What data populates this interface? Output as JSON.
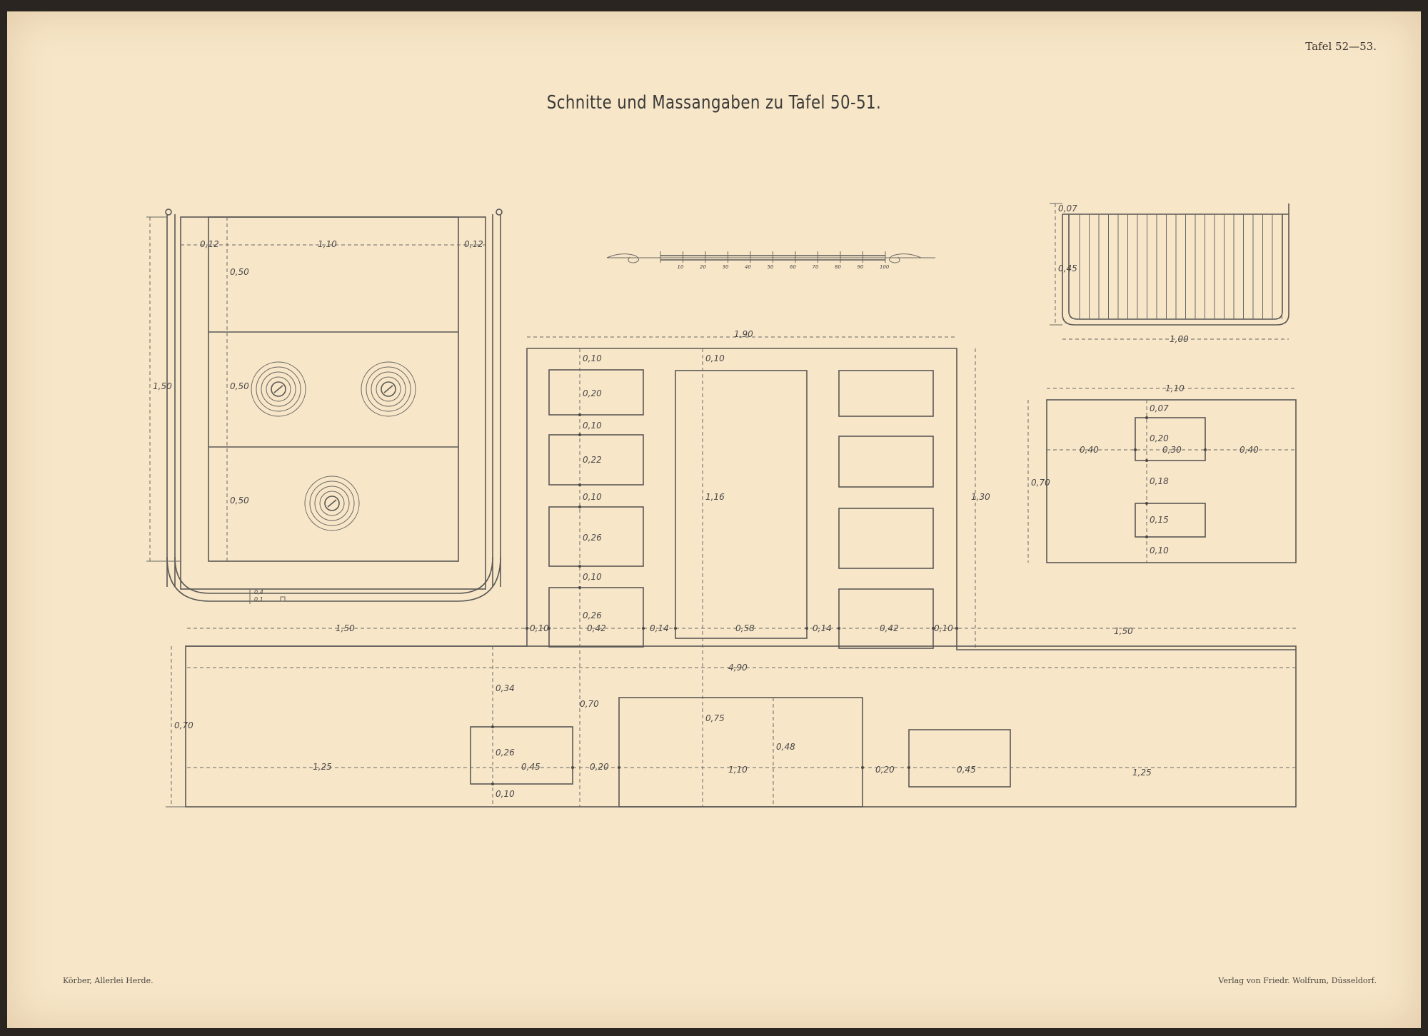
{
  "plate_label": "Tafel 52—53.",
  "title": "Schnitte und Massangaben zu Tafel 50-51.",
  "footer_left": "Körber, Allerlei Herde.",
  "footer_right": "Verlag von Friedr. Wolfrum, Düsseldorf.",
  "top_view": {
    "width": "1,10",
    "side_left": "0,12",
    "side_right": "0,12",
    "depth": "1,50",
    "row_1": "0,50",
    "row_2": "0,50",
    "row_3": "0,50",
    "detail_1": "0,4",
    "detail_2": "0,1"
  },
  "scale_bar": {
    "labels": [
      "10",
      "20",
      "30",
      "40",
      "50",
      "60",
      "70",
      "80",
      "90",
      "100"
    ]
  },
  "middle_plan": {
    "width": "1,90",
    "height": "1,30",
    "left_left": "1,50",
    "right_right": "1,50",
    "gap_1": "0,10",
    "box_w": "0,42",
    "gap_2": "0,14",
    "center_w": "0,58",
    "gap_3": "0,14",
    "box_w2": "0,42",
    "gap_4": "0,10",
    "col_top": "0,10",
    "box_1": "0,20",
    "box_gap": "0,10",
    "box_2": "0,22",
    "box_3": "0,26",
    "box_4": "0,26",
    "center_top": "0,10",
    "center_h": "1,16"
  },
  "front_view": {
    "total": "4,90",
    "height": "0,70",
    "left": "1,25",
    "left_box": "0,45",
    "gap_l": "0,20",
    "center": "1,10",
    "gap_r": "0,20",
    "right_box": "0,45",
    "right": "1,25",
    "box_top": "0,34",
    "box_h": "0,26",
    "box_bot": "0,10",
    "mid_h": "0,70",
    "center_h": "0,75",
    "inner_h": "0,48"
  },
  "railing": {
    "width": "1,00",
    "height": "0,45",
    "top": "0,07"
  },
  "small_plan": {
    "width": "1,10",
    "height": "0,70",
    "left": "0,40",
    "center": "0,30",
    "right": "0,40",
    "v_1": "0,07",
    "v_2": "0,20",
    "v_3": "0,18",
    "v_4": "0,15",
    "v_5": "0,10"
  }
}
